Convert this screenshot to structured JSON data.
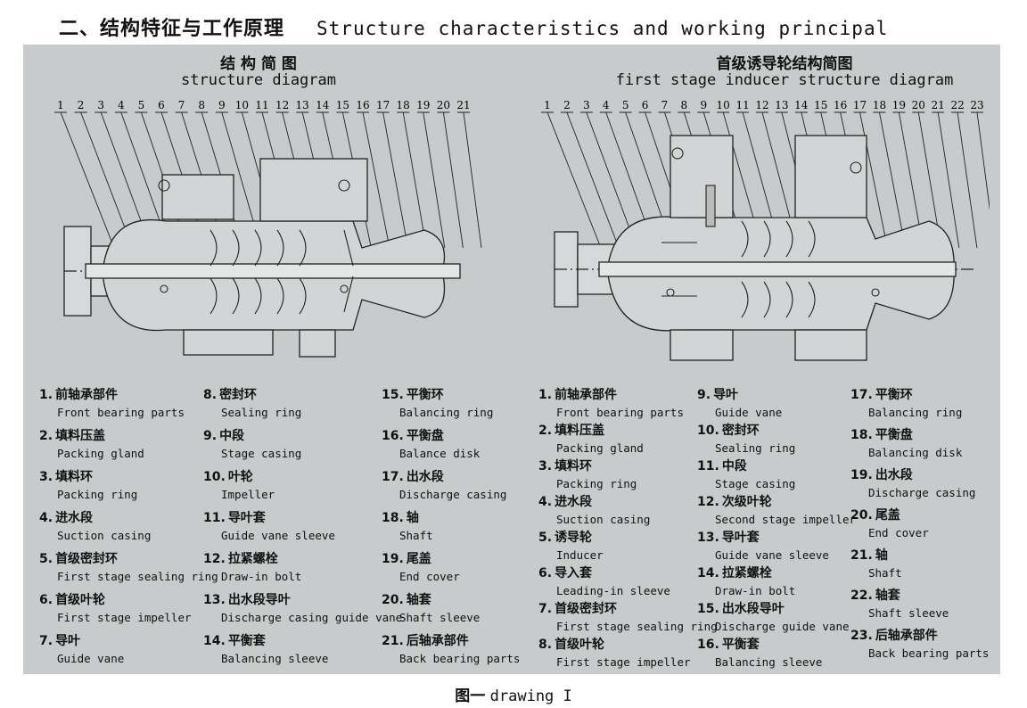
{
  "heading": {
    "cn": "二、结构特征与工作原理",
    "en": "Structure characteristics and working principal"
  },
  "left_diagram": {
    "title_cn": "结 构 简 图",
    "title_en": "structure diagram",
    "callouts": [
      "1",
      "2",
      "3",
      "4",
      "5",
      "6",
      "7",
      "8",
      "9",
      "10",
      "11",
      "12",
      "13",
      "14",
      "15",
      "16",
      "17",
      "18",
      "19",
      "20",
      "21"
    ],
    "legend": [
      {
        "n": "1.",
        "cn": "前轴承部件",
        "en": "Front bearing parts"
      },
      {
        "n": "2.",
        "cn": "填料压盖",
        "en": "Packing gland"
      },
      {
        "n": "3.",
        "cn": "填料环",
        "en": "Packing ring"
      },
      {
        "n": "4.",
        "cn": "进水段",
        "en": "Suction casing"
      },
      {
        "n": "5.",
        "cn": "首级密封环",
        "en": "First stage sealing ring"
      },
      {
        "n": "6.",
        "cn": "首级叶轮",
        "en": "First stage impeller"
      },
      {
        "n": "7.",
        "cn": "导叶",
        "en": "Guide vane"
      },
      {
        "n": "8.",
        "cn": "密封环",
        "en": "Sealing ring"
      },
      {
        "n": "9.",
        "cn": "中段",
        "en": "Stage casing"
      },
      {
        "n": "10.",
        "cn": "叶轮",
        "en": "Impeller"
      },
      {
        "n": "11.",
        "cn": "导叶套",
        "en": "Guide vane sleeve"
      },
      {
        "n": "12.",
        "cn": "拉紧螺栓",
        "en": "Draw-in bolt"
      },
      {
        "n": "13.",
        "cn": "出水段导叶",
        "en": "Discharge casing guide vane"
      },
      {
        "n": "14.",
        "cn": "平衡套",
        "en": "Balancing sleeve"
      },
      {
        "n": "15.",
        "cn": "平衡环",
        "en": "Balancing ring"
      },
      {
        "n": "16.",
        "cn": "平衡盘",
        "en": "Balance disk"
      },
      {
        "n": "17.",
        "cn": "出水段",
        "en": "Discharge casing"
      },
      {
        "n": "18.",
        "cn": "轴",
        "en": "Shaft"
      },
      {
        "n": "19.",
        "cn": "尾盖",
        "en": "End cover"
      },
      {
        "n": "20.",
        "cn": "轴套",
        "en": "Shaft sleeve"
      },
      {
        "n": "21.",
        "cn": "后轴承部件",
        "en": "Back bearing parts"
      }
    ]
  },
  "right_diagram": {
    "title_cn": "首级诱导轮结构简图",
    "title_en": "first stage inducer structure diagram",
    "callouts": [
      "1",
      "2",
      "3",
      "4",
      "5",
      "6",
      "7",
      "8",
      "9",
      "10",
      "11",
      "12",
      "13",
      "14",
      "15",
      "16",
      "17",
      "18",
      "19",
      "20",
      "21",
      "22",
      "23"
    ],
    "legend": [
      {
        "n": "1.",
        "cn": "前轴承部件",
        "en": "Front bearing parts"
      },
      {
        "n": "2.",
        "cn": "填料压盖",
        "en": "Packing gland"
      },
      {
        "n": "3.",
        "cn": "填料环",
        "en": "Packing ring"
      },
      {
        "n": "4.",
        "cn": "进水段",
        "en": "Suction casing"
      },
      {
        "n": "5.",
        "cn": "诱导轮",
        "en": "Inducer"
      },
      {
        "n": "6.",
        "cn": "导入套",
        "en": "Leading-in sleeve"
      },
      {
        "n": "7.",
        "cn": "首级密封环",
        "en": "First stage sealing ring"
      },
      {
        "n": "8.",
        "cn": "首级叶轮",
        "en": "First stage impeller"
      },
      {
        "n": "9.",
        "cn": "导叶",
        "en": "Guide vane"
      },
      {
        "n": "10.",
        "cn": "密封环",
        "en": "Sealing ring"
      },
      {
        "n": "11.",
        "cn": "中段",
        "en": "Stage casing"
      },
      {
        "n": "12.",
        "cn": "次级叶轮",
        "en": "Second stage impeller"
      },
      {
        "n": "13.",
        "cn": "导叶套",
        "en": "Guide vane sleeve"
      },
      {
        "n": "14.",
        "cn": "拉紧螺栓",
        "en": "Draw-in bolt"
      },
      {
        "n": "15.",
        "cn": "出水段导叶",
        "en": "Discharge guide vane"
      },
      {
        "n": "16.",
        "cn": "平衡套",
        "en": "Balancing sleeve"
      },
      {
        "n": "17.",
        "cn": "平衡环",
        "en": "Balancing ring"
      },
      {
        "n": "18.",
        "cn": "平衡盘",
        "en": "Balancing disk"
      },
      {
        "n": "19.",
        "cn": "出水段",
        "en": "Discharge casing"
      },
      {
        "n": "20.",
        "cn": "尾盖",
        "en": "End cover"
      },
      {
        "n": "21.",
        "cn": "轴",
        "en": "Shaft"
      },
      {
        "n": "22.",
        "cn": "轴套",
        "en": "Shaft sleeve"
      },
      {
        "n": "23.",
        "cn": "后轴承部件",
        "en": "Back bearing parts"
      }
    ]
  },
  "caption": {
    "cn": "图一",
    "en": "drawing I"
  }
}
